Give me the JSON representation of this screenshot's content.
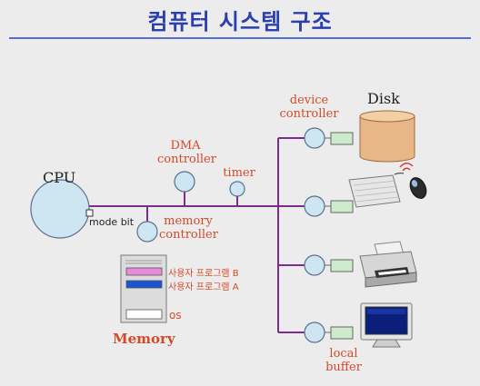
{
  "title": "컴퓨터 시스템 구조",
  "labels": {
    "cpu": "CPU",
    "mode_bit": "mode bit",
    "dma_line1": "DMA",
    "dma_line2": "controller",
    "timer": "timer",
    "memctrl_line1": "memory",
    "memctrl_line2": "controller",
    "device_line1": "device",
    "device_line2": "controller",
    "disk": "Disk",
    "memory": "Memory",
    "program_b": "사용자 프로그램 B",
    "program_a": "사용자 프로그램 A",
    "os": "os",
    "local_line1": "local",
    "local_line2": "buffer"
  },
  "colors": {
    "title": "#2a3fb0",
    "bus": "#7b2c8c",
    "node_fill": "#cde6f2",
    "buffer_fill": "#cdeacc",
    "label": "#d34a2a",
    "program_b": "#e78ad9",
    "program_a": "#1a55d6"
  },
  "icons": [
    "disk-icon",
    "keyboard-mouse-icon",
    "printer-icon",
    "monitor-icon"
  ]
}
